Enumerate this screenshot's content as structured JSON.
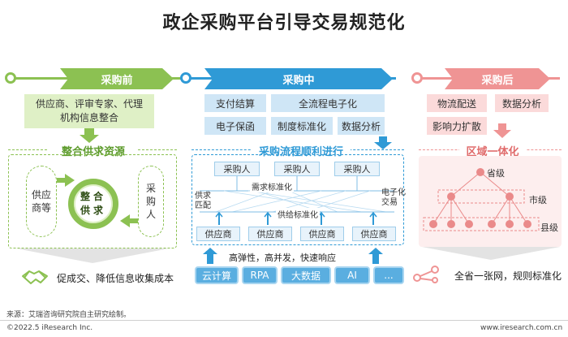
{
  "title": "政企采购平台引导交易规范化",
  "colors": {
    "green": "#8cc152",
    "green_dark": "#5d9b2c",
    "blue": "#2f9ad6",
    "pink": "#ef9494"
  },
  "stages": [
    {
      "label": "采购前"
    },
    {
      "label": "采购中"
    },
    {
      "label": "采购后"
    }
  ],
  "pre": {
    "box_text": "供应商、评审专家、代理机构信息整合",
    "section_title": "整合供求资源",
    "left_pill": "供应商等",
    "right_pill": "采购人",
    "center": "整合供求",
    "bottom_text": "促成交、降低信息收集成本",
    "bottom_icon": "handshake-icon"
  },
  "mid": {
    "top_boxes": [
      "支付结算",
      "全流程电子化",
      "电子保函",
      "制度标准化",
      "数据分析"
    ],
    "section_title": "采购流程顺利进行",
    "buyers": [
      "采购人",
      "采购人",
      "采购人"
    ],
    "demand_label": "需求标准化",
    "supply_label": "供给标准化",
    "left_label": "供求匹配",
    "right_label": "电子化交易",
    "suppliers": [
      "供应商",
      "供应商",
      "供应商",
      "供应商"
    ],
    "tech_text": "高弹性，高并发，快速响应",
    "tools": [
      "云计算",
      "RPA",
      "大数据",
      "AI",
      "..."
    ]
  },
  "post": {
    "top_boxes": [
      "物流配送",
      "数据分析",
      "影响力扩散"
    ],
    "section_title": "区域一体化",
    "levels": [
      "省级",
      "市级",
      "县级"
    ],
    "bottom_text": "全省一张网，规则标准化",
    "bottom_icon": "network-icon"
  },
  "footer": {
    "source": "来源：艾瑞咨询研究院自主研究绘制。",
    "copyright": "©2022.5 iResearch Inc.",
    "website": "www.iresearch.com.cn"
  }
}
